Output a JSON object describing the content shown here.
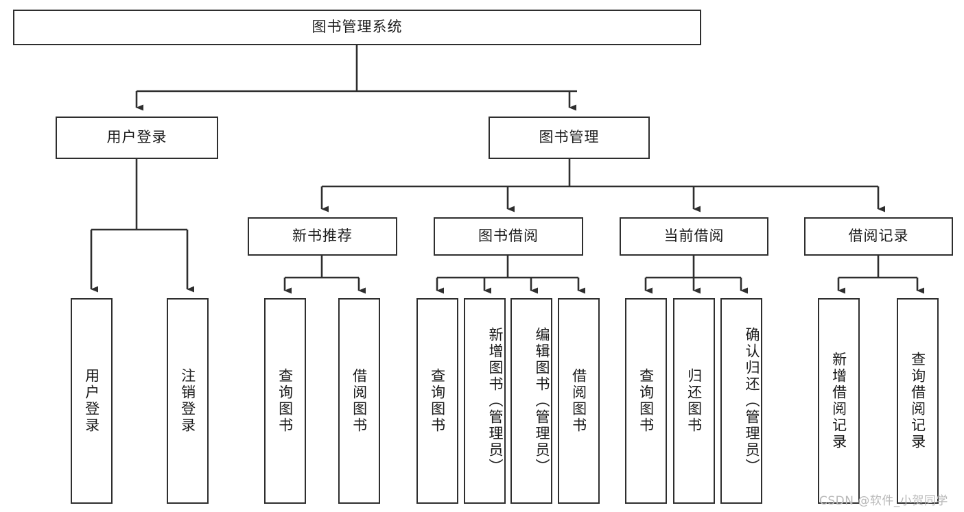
{
  "diagram": {
    "type": "tree-hierarchy",
    "title": "图书管理系统",
    "root": {
      "id": "root",
      "label": "图书管理系统",
      "level": 1
    },
    "level2": [
      {
        "id": "user-login",
        "label": "用户登录"
      },
      {
        "id": "book-manage",
        "label": "图书管理"
      }
    ],
    "level3": [
      {
        "id": "new-book-recommend",
        "label": "新书推荐",
        "parent": "book-manage"
      },
      {
        "id": "book-borrow",
        "label": "图书借阅",
        "parent": "book-manage"
      },
      {
        "id": "current-borrow",
        "label": "当前借阅",
        "parent": "book-manage"
      },
      {
        "id": "borrow-record",
        "label": "借阅记录",
        "parent": "book-manage"
      }
    ],
    "leaves": [
      {
        "id": "leaf-user-login",
        "label": "用户登录",
        "parent": "user-login"
      },
      {
        "id": "leaf-user-logout",
        "label": "注销登录",
        "parent": "user-login"
      },
      {
        "id": "leaf-query-book-1",
        "label": "查询图书",
        "parent": "new-book-recommend"
      },
      {
        "id": "leaf-borrow-book-1",
        "label": "借阅图书",
        "parent": "new-book-recommend"
      },
      {
        "id": "leaf-query-book-2",
        "label": "查询图书",
        "parent": "book-borrow"
      },
      {
        "id": "leaf-add-book",
        "label": "新增图书（管理员）",
        "parent": "book-borrow"
      },
      {
        "id": "leaf-edit-book",
        "label": "编辑图书（管理员）",
        "parent": "book-borrow"
      },
      {
        "id": "leaf-borrow-book-2",
        "label": "借阅图书",
        "parent": "book-borrow"
      },
      {
        "id": "leaf-query-book-3",
        "label": "查询图书",
        "parent": "current-borrow"
      },
      {
        "id": "leaf-return-book",
        "label": "归还图书",
        "parent": "current-borrow"
      },
      {
        "id": "leaf-confirm-return",
        "label": "确认归还（管理员）",
        "parent": "current-borrow"
      },
      {
        "id": "leaf-add-record",
        "label": "新增借阅记录",
        "parent": "borrow-record"
      },
      {
        "id": "leaf-query-record",
        "label": "查询借阅记录",
        "parent": "borrow-record"
      }
    ],
    "colors": {
      "stroke": "#2e2e2e",
      "fill": "#ffffff",
      "text": "#1a1a1a",
      "watermark": "#b8b8b8"
    }
  },
  "watermark": {
    "text": "CSDN @软件_小贺同学"
  }
}
